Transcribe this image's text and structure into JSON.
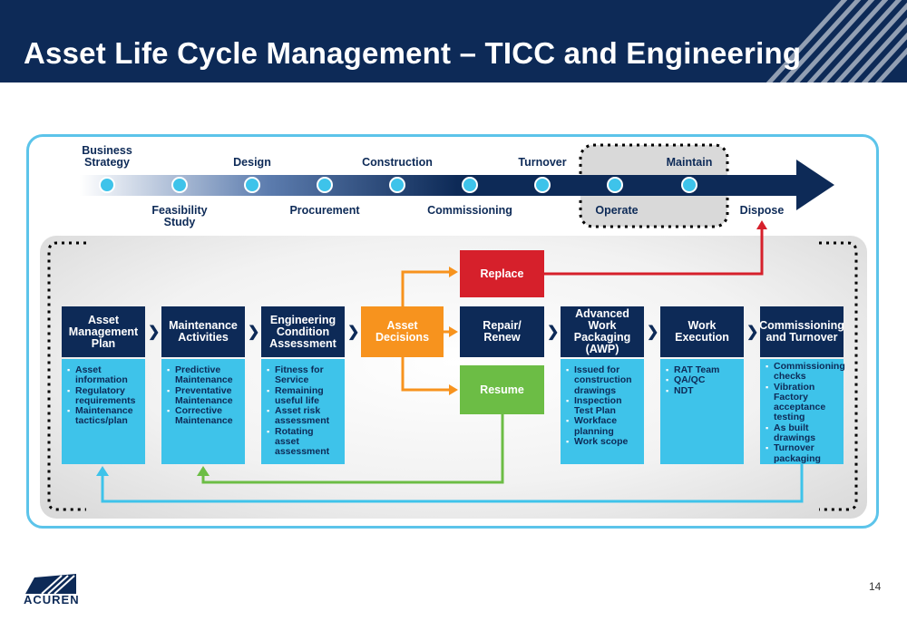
{
  "header": {
    "title": "Asset Life Cycle Management – TICC and Engineering"
  },
  "timeline": {
    "top_stages": [
      "Business\nStrategy",
      "Design",
      "Construction",
      "Turnover",
      "Maintain"
    ],
    "bottom_stages": [
      "Feasibility\nStudy",
      "Procurement",
      "Commissioning",
      "Operate",
      "Dispose"
    ]
  },
  "boxes": [
    {
      "title": "Asset\nManagement\nPlan",
      "items": [
        "Asset information",
        "Regulatory requirements",
        "Maintenance tactics/plan"
      ]
    },
    {
      "title": "Maintenance\nActivities",
      "items": [
        "Predictive Maintenance",
        "Preventative Maintenance",
        "Corrective Maintenance"
      ]
    },
    {
      "title": "Engineering\nCondition\nAssessment",
      "items": [
        "Fitness for Service",
        "Remaining useful life",
        "Asset risk assessment",
        "Rotating asset assessment"
      ]
    },
    {
      "title": "Advanced\nWork\nPackaging\n(AWP)",
      "items": [
        "Issued for construction drawings",
        "Inspection Test Plan",
        "Workface planning",
        "Work scope"
      ]
    },
    {
      "title": "Work\nExecution",
      "items": [
        "RAT Team",
        "QA/QC",
        "NDT"
      ]
    },
    {
      "title": "Commissioning\nand Turnover",
      "items": [
        "Commissioning checks",
        "Vibration Factory acceptance testing",
        "As built drawings",
        "Turnover packaging"
      ]
    }
  ],
  "decision": {
    "label": "Asset\nDecisions"
  },
  "outcomes": {
    "replace": "Replace",
    "repair": "Repair/\nRenew",
    "resume": "Resume"
  },
  "footer": {
    "page_number": "14",
    "logo_text": "ACUREN"
  },
  "colors": {
    "navy": "#0d2a57",
    "light_blue": "#3ec3ea",
    "orange": "#f7931e",
    "red": "#d6202b",
    "green": "#6cbd45"
  }
}
